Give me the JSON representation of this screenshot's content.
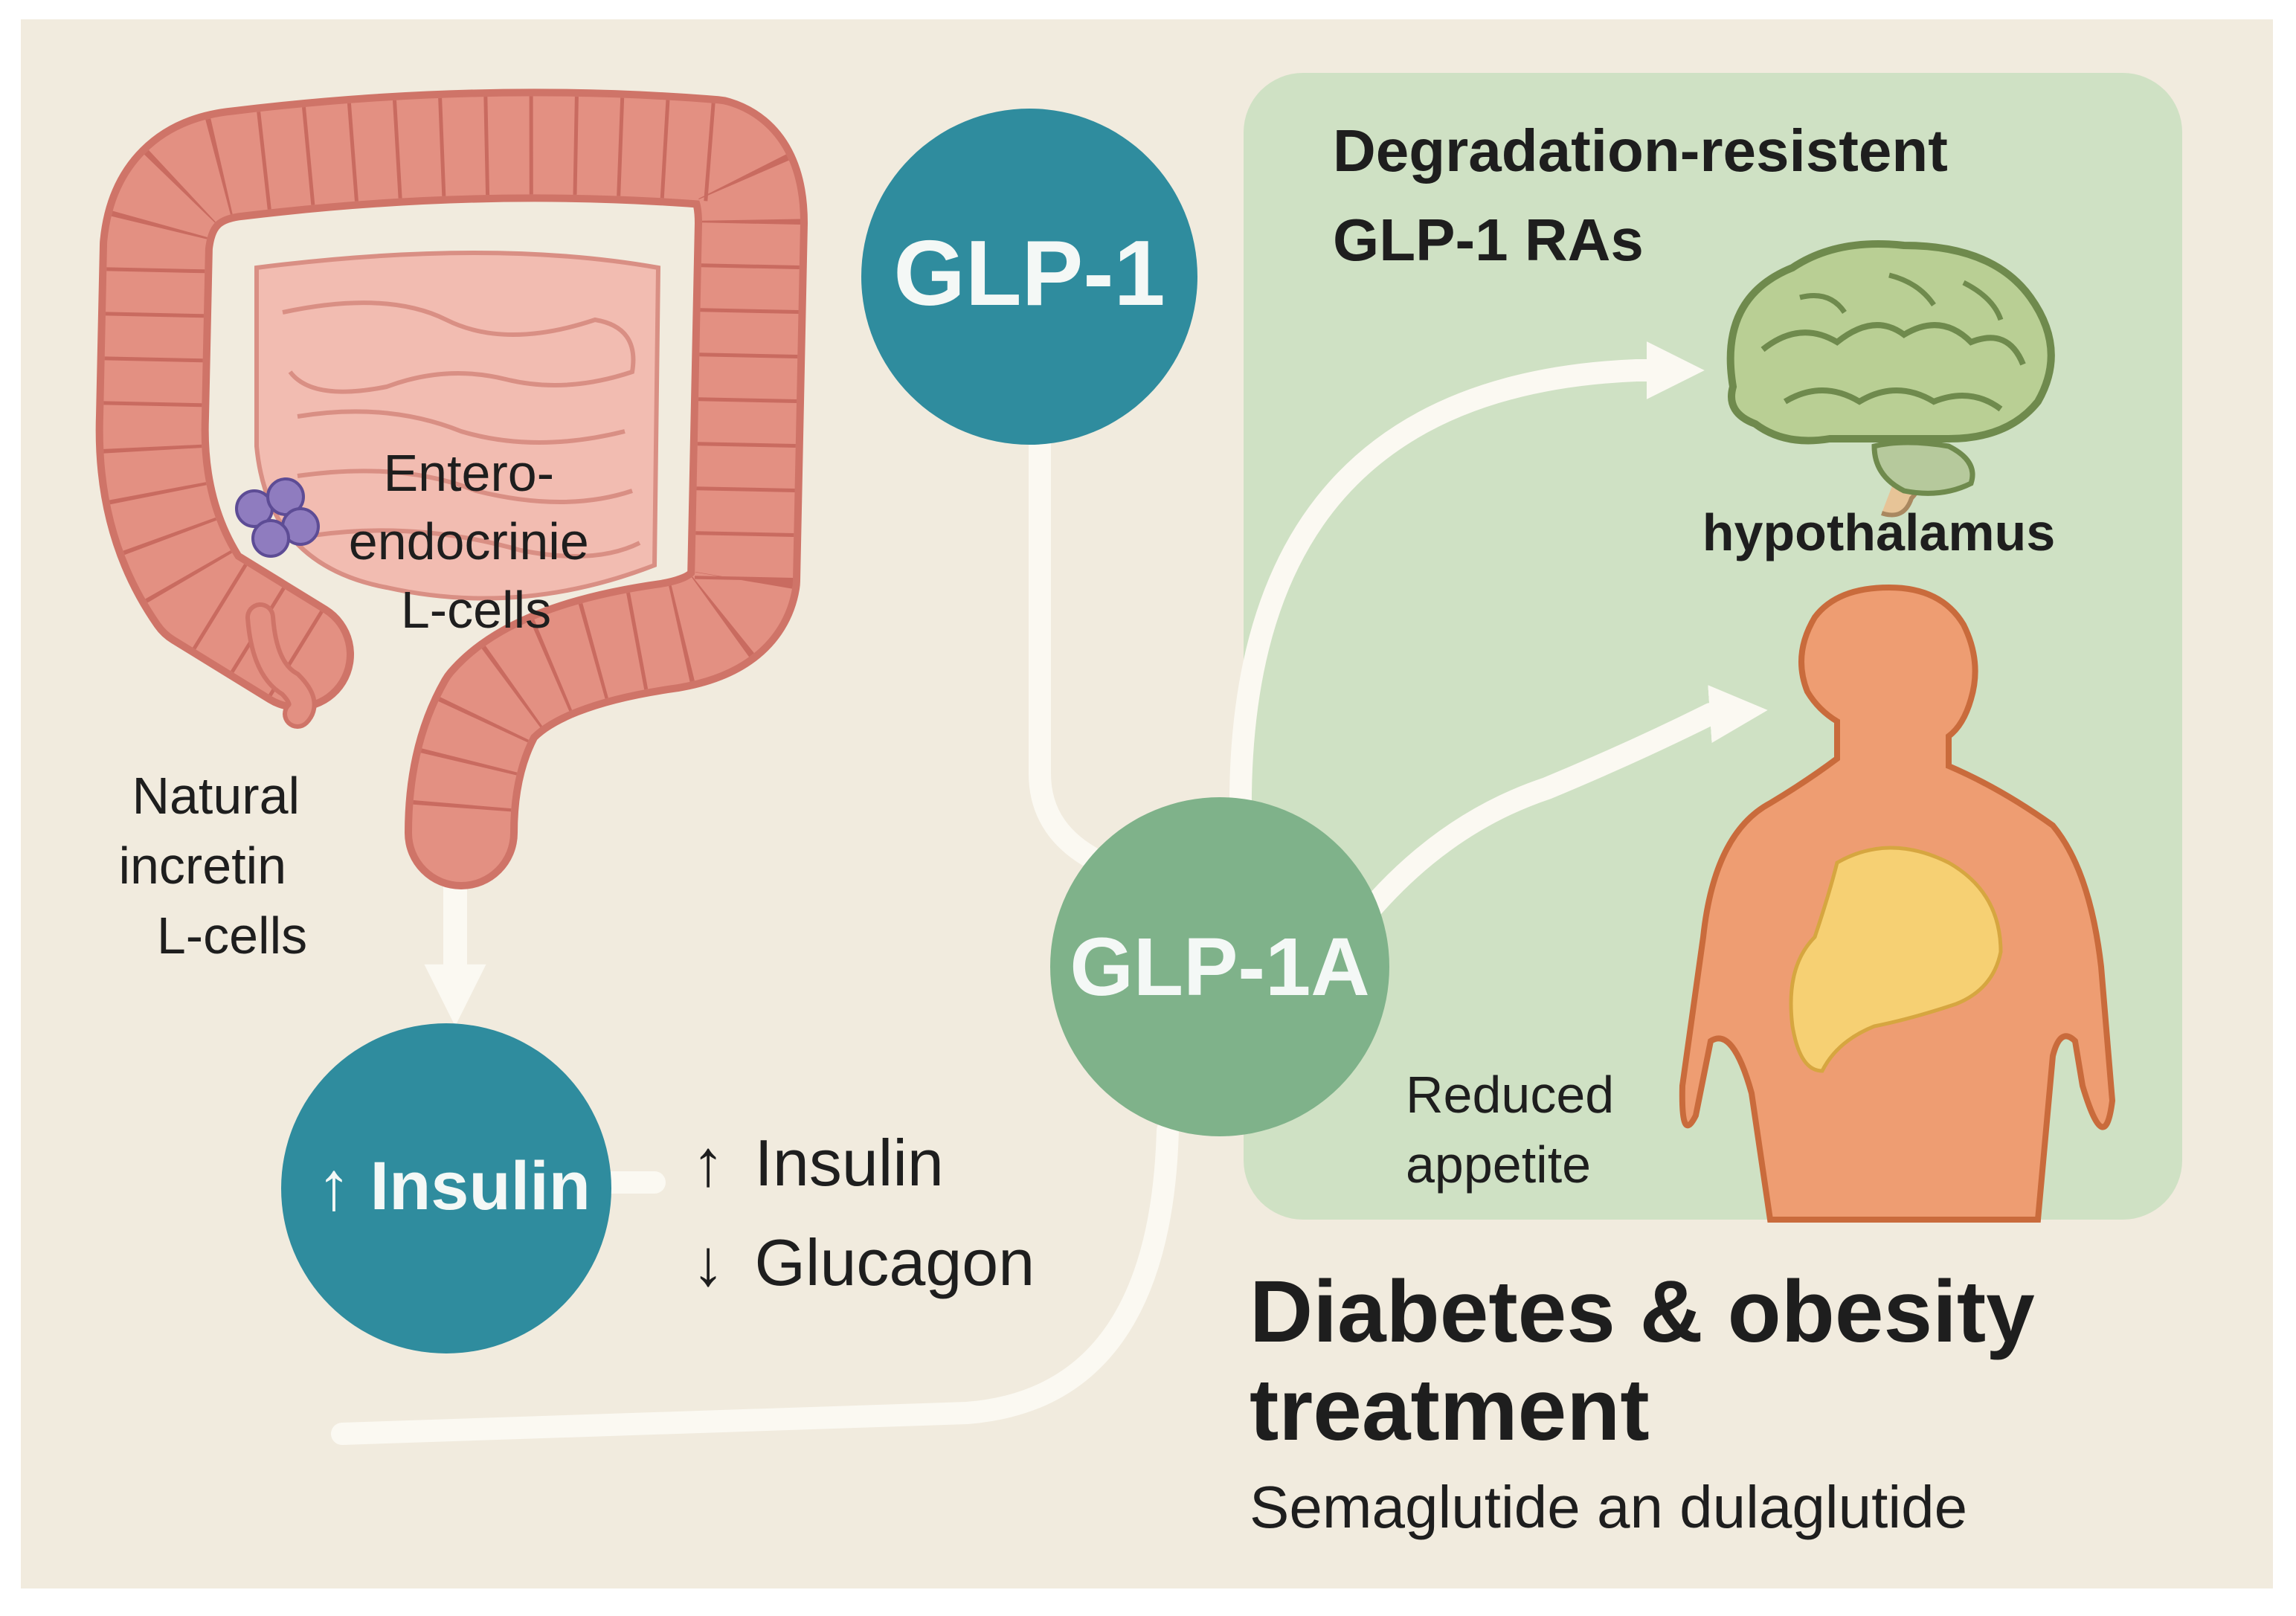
{
  "colors": {
    "background": "#f1ebde",
    "panel": "#cfe1c4",
    "teal_node": "#2f8c9e",
    "green_node": "#7fb28a",
    "intestine": "#e39082",
    "brain": "#b9cf94",
    "body": "#ee9d72",
    "stomach": "#f6d073",
    "l_cells": "#8f7cbf",
    "arrow": "#fbf9f2",
    "text": "#1e1e1e"
  },
  "intestine": {
    "icon": "large-intestine-icon",
    "label": [
      "Entero-",
      "endocrinie",
      "L-cells"
    ]
  },
  "natural_incretin": [
    "Natural",
    "incretin",
    "L-cells"
  ],
  "nodes": {
    "glp1": "GLP-1",
    "glp1a": "GLP-1A",
    "insulin_arrow": "↑",
    "insulin": "Insulin"
  },
  "effects": [
    {
      "arrow": "↑",
      "label": "Insulin"
    },
    {
      "arrow": "↓",
      "label": "Glucagon"
    }
  ],
  "panel": {
    "title": [
      "Degradation-resistent",
      "GLP-1 RAs"
    ],
    "brain_icon": "brain-icon",
    "brain_label": "hypothalamus",
    "body_icon": "obese-body-icon",
    "body_label": [
      "Reduced",
      "appetite"
    ]
  },
  "treatment": {
    "title": [
      "Diabetes & obesity",
      "treatment"
    ],
    "subtitle": "Semaglutide an dulaglutide"
  }
}
